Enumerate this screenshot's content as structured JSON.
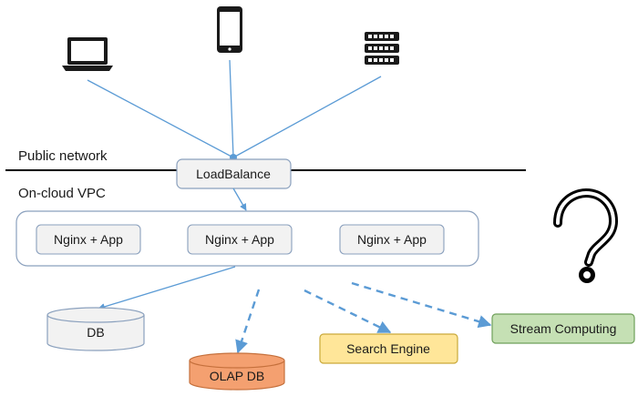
{
  "zones": {
    "public_label": "Public network",
    "vpc_label": "On-cloud VPC"
  },
  "nodes": {
    "loadbalance": "LoadBalance",
    "app1": "Nginx + App",
    "app2": "Nginx + App",
    "app3": "Nginx + App",
    "db": "DB",
    "olap_db": "OLAP DB",
    "search_engine": "Search Engine",
    "stream_computing": "Stream Computing"
  },
  "icons": {
    "client_laptop": "laptop-icon",
    "client_phone": "smartphone-icon",
    "client_server": "server-icon",
    "unknown": "question-mark-icon"
  },
  "colors": {
    "line": "#5b9bd5",
    "box_fill": "#f2f2f2",
    "box_stroke": "#8aa0bd",
    "olap_fill": "#f4a070",
    "olap_stroke": "#c5703c",
    "search_fill": "#ffe699",
    "search_stroke": "#c9a93a",
    "stream_fill": "#c5e0b4",
    "stream_stroke": "#6fa05a",
    "ink": "#1a1a1a"
  }
}
